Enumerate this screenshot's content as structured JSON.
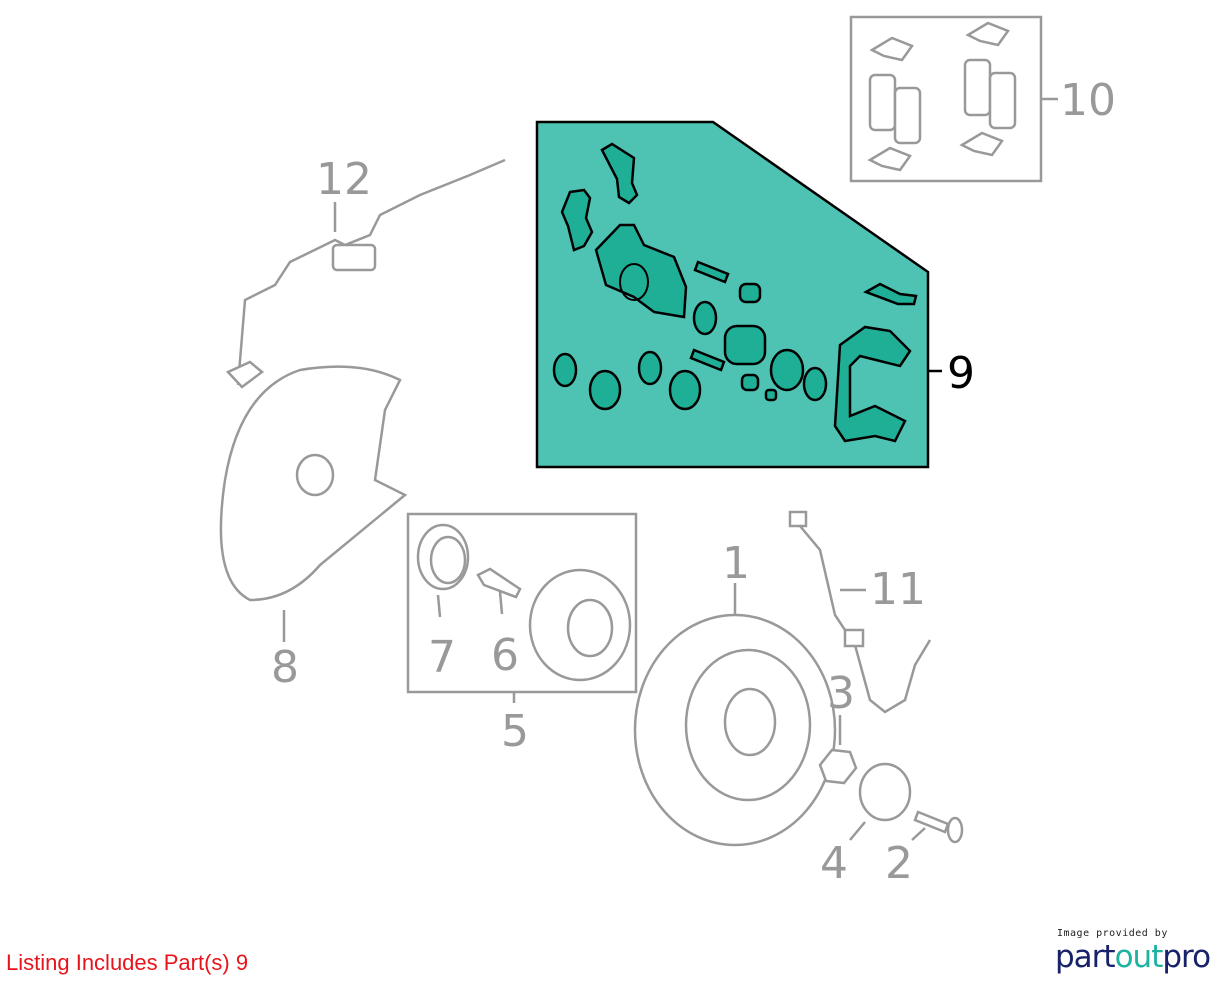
{
  "diagram": {
    "callouts": {
      "c1": "1",
      "c2": "2",
      "c3": "3",
      "c4": "4",
      "c5": "5",
      "c6": "6",
      "c7": "7",
      "c8": "8",
      "c9": "9",
      "c10": "10",
      "c11": "11",
      "c12": "12"
    },
    "highlight_color": "#4fc3b3",
    "selected_part": "9"
  },
  "footer": {
    "listing_text": "Listing Includes Part(s) 9",
    "logo_caption": "Image provided by",
    "logo_part1": "part",
    "logo_part2": "out",
    "logo_part3": "pro"
  }
}
